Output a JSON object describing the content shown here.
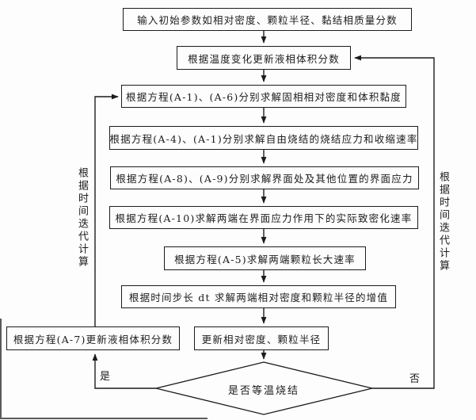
{
  "flowchart": {
    "boxes": [
      {
        "id": "input",
        "label": "输入初始参数如相对密度、颗粒半径、黏结相质量分数"
      },
      {
        "id": "temp",
        "label": "根据温度变化更新液相体积分数"
      },
      {
        "id": "a1a6",
        "label": "根据方程(A-1)、(A-6)分别求解固相相对密度和体积黏度"
      },
      {
        "id": "a4a1",
        "label": "根据方程(A-4)、(A-1)分别求解自由烧结的烧结应力和收缩速率"
      },
      {
        "id": "a8a9",
        "label": "根据方程(A-8)、(A-9)分别求解界面处及其他位置的界面应力"
      },
      {
        "id": "a10",
        "label": "根据方程(A-10)求解两端在界面应力作用下的实际致密化速率"
      },
      {
        "id": "a5",
        "label": "根据方程(A-5)求解两端颗粒长大速率"
      },
      {
        "id": "dt",
        "label": "根据时间步长 dt 求解两端相对密度和颗粒半径的增值"
      },
      {
        "id": "update",
        "label": "更新相对密度、颗粒半径"
      },
      {
        "id": "a7",
        "label": "根据方程(A-7)更新液相体积分数"
      }
    ],
    "decision": {
      "label": "是否等温烧结",
      "yes_label": "是",
      "no_label": "否"
    },
    "side_labels": {
      "left": "根据时间迭代计算",
      "right": "根据时间迭代计算"
    },
    "colors": {
      "line": "#1c1c1c",
      "box_border": "#1c1c1c",
      "background": "#fdfdfd",
      "text": "#1c1c1c"
    }
  }
}
